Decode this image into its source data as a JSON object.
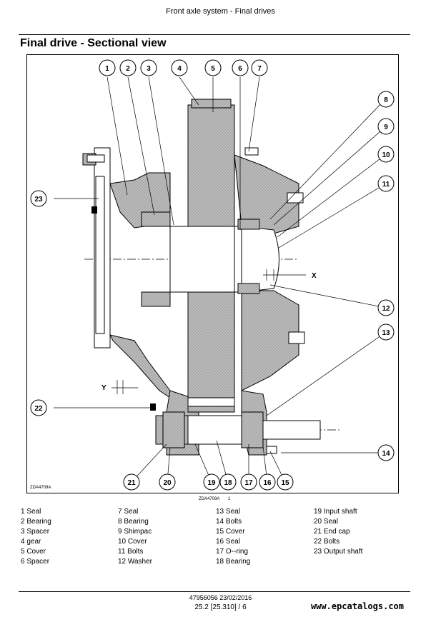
{
  "header": {
    "title": "Front axle system - Final drives"
  },
  "section_title": "Final drive - Sectional view",
  "figure": {
    "code": "ZDA4709A",
    "dimension_labels": [
      "X",
      "Y"
    ],
    "callouts": [
      "1",
      "2",
      "3",
      "4",
      "5",
      "6",
      "7",
      "8",
      "9",
      "10",
      "11",
      "12",
      "13",
      "14",
      "15",
      "16",
      "17",
      "18",
      "19",
      "20",
      "21",
      "22",
      "23"
    ]
  },
  "caption": {
    "code": "ZDA4709A",
    "number": "1"
  },
  "legend": [
    [
      "1 Seal",
      "2 Bearing",
      "3 Spacer",
      "4 gear",
      "5 Cover",
      "6 Spacer"
    ],
    [
      "7 Seal",
      "8 Bearing",
      "9 Shimpac",
      "10 Cover",
      "11 Bolts",
      "12 Washer"
    ],
    [
      "13 Seal",
      "14 Bolts",
      "15 Cover",
      "16 Seal",
      "17 O--ring",
      "18 Bearing"
    ],
    [
      "19 Input shaft",
      "20 Seal",
      "21 End cap",
      "22 Bolts",
      "23 Output shaft"
    ]
  ],
  "footer": {
    "doc": "47956056 23/02/2016",
    "page": "25.2 [25.310] / 6",
    "watermark": "www.epcatalogs.com"
  }
}
